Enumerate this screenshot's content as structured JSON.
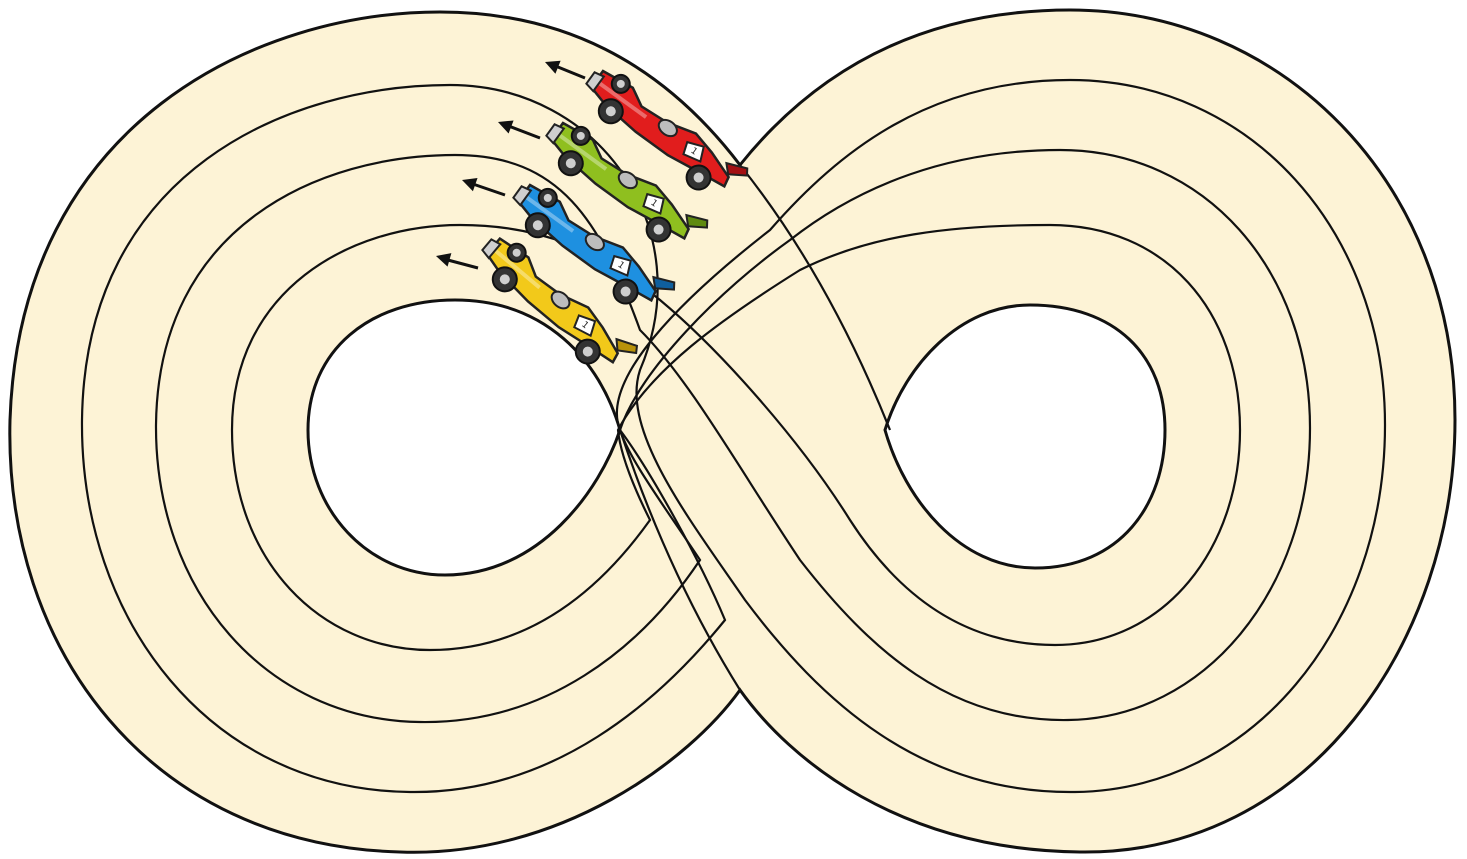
{
  "scene": {
    "type": "figure-eight race track",
    "lane_count": 4,
    "car_direction": "left"
  },
  "colors": {
    "background": "#ffffff",
    "track_fill": "#fdf3d6",
    "track_line": "#111111"
  },
  "cars": [
    {
      "name": "red-car",
      "color": "#e11d1d",
      "dark": "#a30f12",
      "icon": "arrow-left-icon"
    },
    {
      "name": "green-car",
      "color": "#8fbf1f",
      "dark": "#5f8a10",
      "icon": "arrow-left-icon"
    },
    {
      "name": "blue-car",
      "color": "#1e90e0",
      "dark": "#0f5f9e",
      "icon": "arrow-left-icon"
    },
    {
      "name": "yellow-car",
      "color": "#f2c91a",
      "dark": "#b8920a",
      "icon": "arrow-left-icon"
    }
  ]
}
